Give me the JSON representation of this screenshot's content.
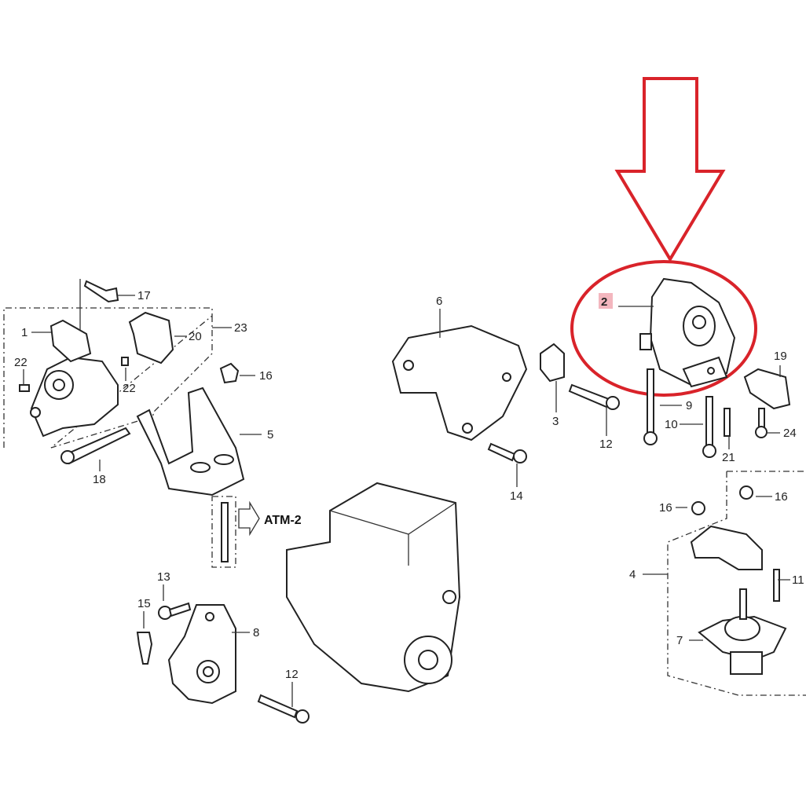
{
  "title": "Engine mount parts diagram",
  "labels": {
    "p1": "1",
    "p2": "2",
    "p3": "3",
    "p4": "4",
    "p5": "5",
    "p6": "6",
    "p7": "7",
    "p8": "8",
    "p9": "9",
    "p10": "10",
    "p11": "11",
    "p12a": "12",
    "p12b": "12",
    "p13": "13",
    "p14": "14",
    "p15": "15",
    "p16a": "16",
    "p16b": "16",
    "p16c": "16",
    "p17": "17",
    "p18": "18",
    "p19": "19",
    "p20": "20",
    "p21": "21",
    "p22a": "22",
    "p22b": "22",
    "p23": "23",
    "p24": "24"
  },
  "reference": "ATM-2",
  "highlight": {
    "color": "#d9232a",
    "target_part": "2"
  }
}
